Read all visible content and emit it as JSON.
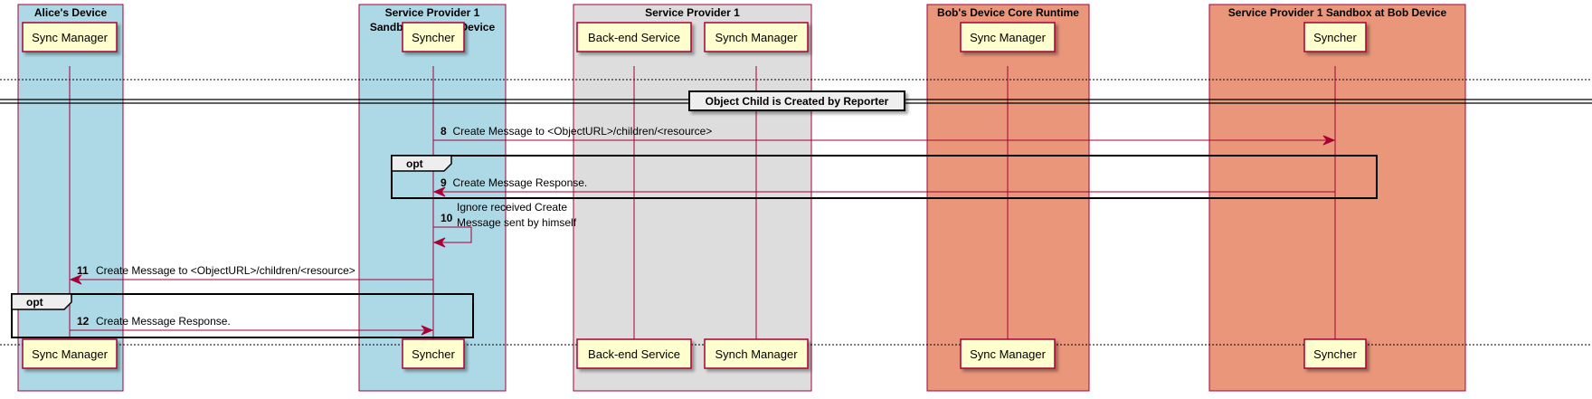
{
  "colors": {
    "box_blue": "#ADD8E6",
    "box_grey": "#DDDDDD",
    "box_salmon": "#E9967A",
    "box_border": "#A80036",
    "participant_fill": "#FEFECE",
    "line": "#A80036"
  },
  "boxes": [
    {
      "id": "alice-core",
      "title_lines": [
        "Alice's Device",
        "Core Runtime"
      ],
      "color": "#ADD8E6"
    },
    {
      "id": "sp1-alice",
      "title_lines": [
        "Service Provider 1",
        "Sandbox at Alice Device"
      ],
      "color": "#ADD8E6"
    },
    {
      "id": "sp1",
      "title_lines": [
        "Service Provider 1"
      ],
      "color": "#DDDDDD"
    },
    {
      "id": "bob-core",
      "title_lines": [
        "Bob's Device Core Runtime"
      ],
      "color": "#E9967A"
    },
    {
      "id": "sp1-bob",
      "title_lines": [
        "Service Provider 1 Sandbox at Bob Device"
      ],
      "color": "#E9967A"
    }
  ],
  "participants": [
    {
      "id": "alice-sync",
      "label": "Sync Manager"
    },
    {
      "id": "alice-syncher",
      "label": "Syncher"
    },
    {
      "id": "backend",
      "label": "Back-end Service"
    },
    {
      "id": "sp-sync",
      "label": "Synch Manager"
    },
    {
      "id": "bob-sync",
      "label": "Sync Manager"
    },
    {
      "id": "bob-syncher",
      "label": "Syncher"
    }
  ],
  "divider": {
    "label": "Object Child is Created by Reporter"
  },
  "opt_blocks": [
    {
      "label": "opt"
    },
    {
      "label": "opt"
    }
  ],
  "messages": [
    {
      "num": "8",
      "lines": [
        "Create Message to <ObjectURL>/children/<resource>"
      ],
      "from": "alice-syncher",
      "to": "bob-syncher"
    },
    {
      "num": "9",
      "lines": [
        "Create Message Response."
      ],
      "from": "bob-syncher",
      "to": "alice-syncher"
    },
    {
      "num": "10",
      "lines": [
        "Ignore received Create",
        "Message sent by himself"
      ],
      "from": "alice-syncher",
      "to": "alice-syncher"
    },
    {
      "num": "11",
      "lines": [
        "Create Message to <ObjectURL>/children/<resource>"
      ],
      "from": "alice-syncher",
      "to": "alice-sync"
    },
    {
      "num": "12",
      "lines": [
        "Create Message Response."
      ],
      "from": "alice-sync",
      "to": "alice-syncher"
    }
  ]
}
